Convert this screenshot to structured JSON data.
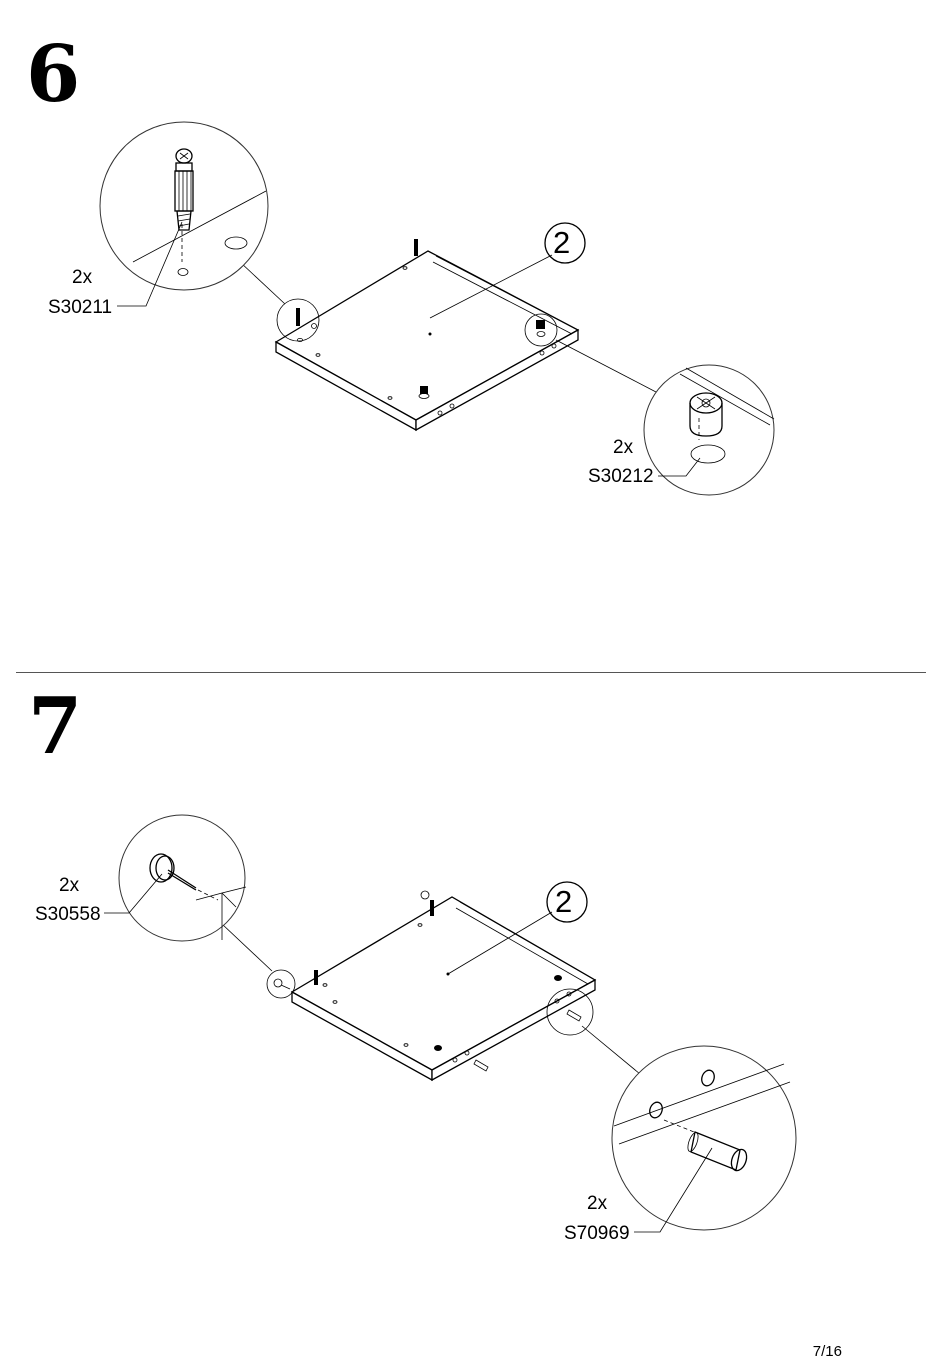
{
  "steps": [
    {
      "number": "6",
      "part_label": "2",
      "callouts": [
        {
          "qty": "2x",
          "code": "S30211"
        },
        {
          "qty": "2x",
          "code": "S30212"
        }
      ]
    },
    {
      "number": "7",
      "part_label": "2",
      "callouts": [
        {
          "qty": "2x",
          "code": "S30558"
        },
        {
          "qty": "2x",
          "code": "S70969"
        }
      ]
    }
  ],
  "page_number": "7/16"
}
